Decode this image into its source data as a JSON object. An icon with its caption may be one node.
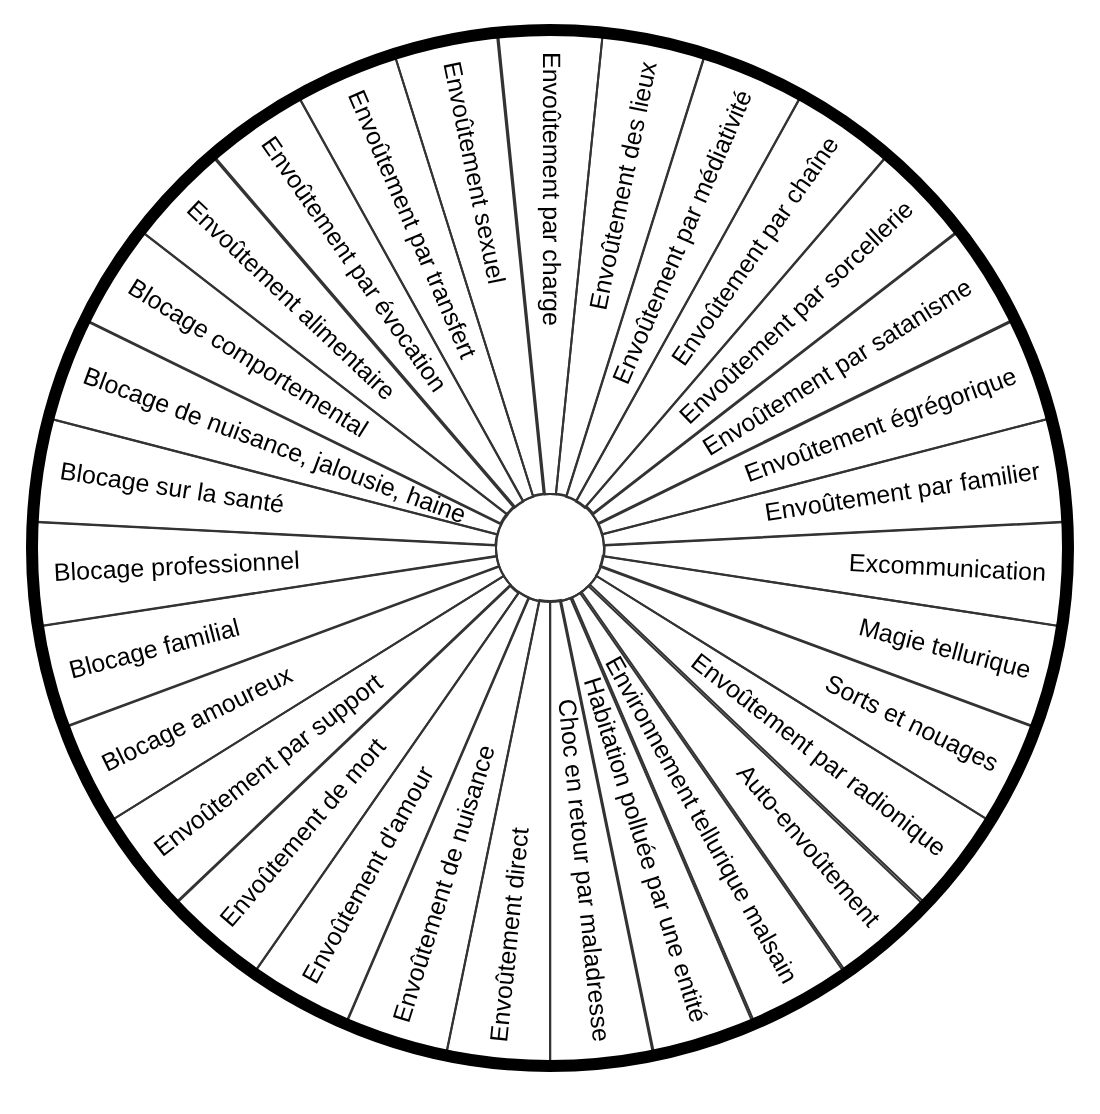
{
  "diagram": {
    "nodes": [
      {
        "text": [
          "Envoûtement par charge"
        ]
      },
      {
        "text": [
          "Envoûtement des lieux"
        ]
      },
      {
        "text": [
          "Envoûtement par médiativité"
        ]
      },
      {
        "text": [
          "Envoûtement par chaîne"
        ]
      },
      {
        "text": [
          "Envoûtement par sorcellerie"
        ]
      },
      {
        "text": [
          "Envoûtement par satanisme"
        ]
      },
      {
        "text": [
          "Envoûtement égrégorique"
        ]
      },
      {
        "text": [
          "Envoûtement par familier"
        ]
      },
      {
        "text": [
          "Excommunication"
        ]
      },
      {
        "text": [
          "Magie tellurique"
        ]
      },
      {
        "text": [
          "Sorts et nouages"
        ]
      },
      {
        "text": [
          "Envoûtement par radionique"
        ]
      },
      {
        "text": [
          "Auto-envoûtement"
        ]
      },
      {
        "text": [
          "Environnement tellurique malsain"
        ]
      },
      {
        "text": [
          "Habitation polluée par une entité"
        ]
      },
      {
        "text": [
          "Choc en retour par maladresse"
        ]
      },
      {
        "text": [
          "Envoûtement direct"
        ]
      },
      {
        "text": [
          "Envoûtement de nuisance"
        ]
      },
      {
        "text": [
          "Envoûtement d'amour"
        ]
      },
      {
        "text": [
          "Envoûtement de mort"
        ]
      },
      {
        "text": [
          "Envoûtement par support"
        ]
      },
      {
        "text": [
          "Blocage amoureux"
        ]
      },
      {
        "text": [
          "Blocage familial"
        ]
      },
      {
        "text": [
          "Blocage professionnel"
        ]
      },
      {
        "text": [
          "Blocage sur la santé"
        ]
      },
      {
        "text": [
          "Blocage de nuisance, jalousie, haine"
        ]
      },
      {
        "text": [
          "Blocage comportemental"
        ]
      },
      {
        "text": [
          "Envoûtement alimentaire"
        ]
      },
      {
        "text": [
          "Envoûtement par évocation"
        ]
      },
      {
        "text": [
          "Envoûtement par transfert"
        ]
      },
      {
        "text": [
          "Envoûtement sexuel"
        ]
      }
    ]
  }
}
